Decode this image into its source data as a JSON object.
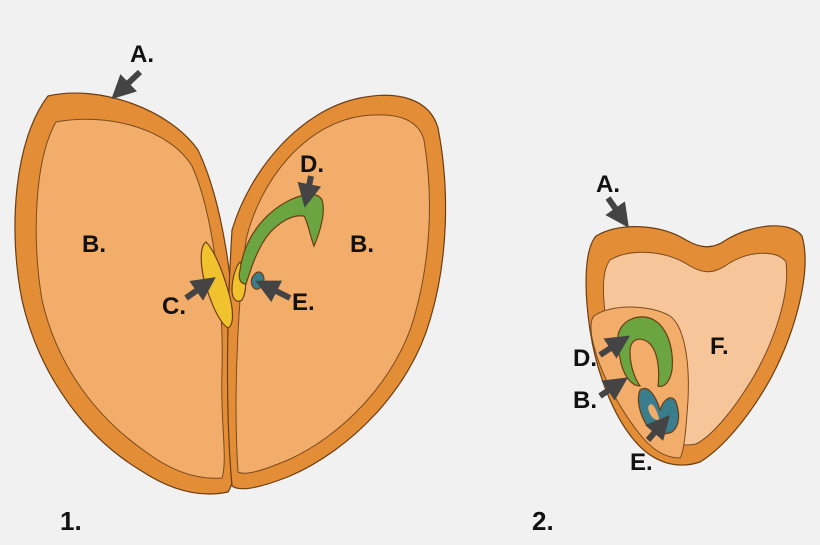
{
  "colors": {
    "background": "#f1f1f1",
    "seed_coat": "#e38d37",
    "cotyledon": "#f3ad6a",
    "endosperm": "#f6c69a",
    "plumule": "#6aa542",
    "radicle": "#f0c22e",
    "hypocotyl": "#3a7d8c",
    "arrow": "#444444"
  },
  "figure1": {
    "number": "1.",
    "labels": {
      "a": "A.",
      "b_left": "B.",
      "b_right": "B.",
      "c": "C.",
      "d": "D.",
      "e": "E."
    }
  },
  "figure2": {
    "number": "2.",
    "labels": {
      "a": "A.",
      "b": "B.",
      "d": "D.",
      "e": "E.",
      "f": "F."
    }
  }
}
